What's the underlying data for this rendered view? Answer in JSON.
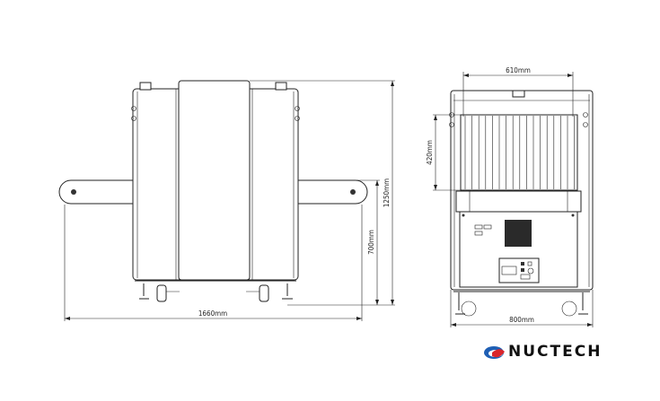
{
  "front_view": {
    "width_label": "1660mm",
    "height_label": "1250mm",
    "conveyor_height_label": "700mm"
  },
  "side_view": {
    "tunnel_width_label": "610mm",
    "tunnel_height_label": "420mm",
    "depth_label": "800mm"
  },
  "logo": {
    "text": "NUCTECH",
    "colors": [
      "#1f5fb4",
      "#d9262c"
    ]
  }
}
